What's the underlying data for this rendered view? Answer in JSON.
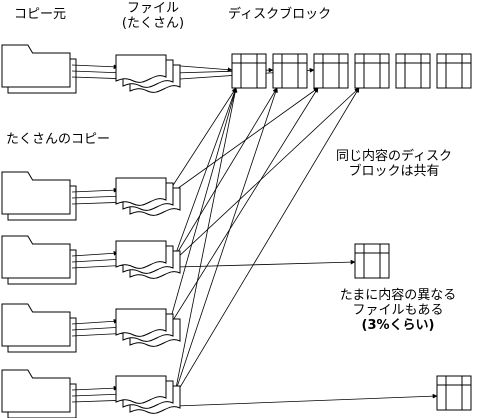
{
  "labels": {
    "copy_source": "コピー元",
    "files_line1": "ファイル",
    "files_line2": "(たくさん)",
    "disk_blocks": "ディスクブロック",
    "many_copies": "たくさんのコピー",
    "shared_line1": "同じ内容のディスク",
    "shared_line2": "ブロックは共有",
    "diff_line1": "たまに内容の異なる",
    "diff_line2": "ファイルもある",
    "diff_line3": "(3%くらい)"
  },
  "colors": {
    "stroke": "#000000",
    "fill": "#ffffff"
  }
}
